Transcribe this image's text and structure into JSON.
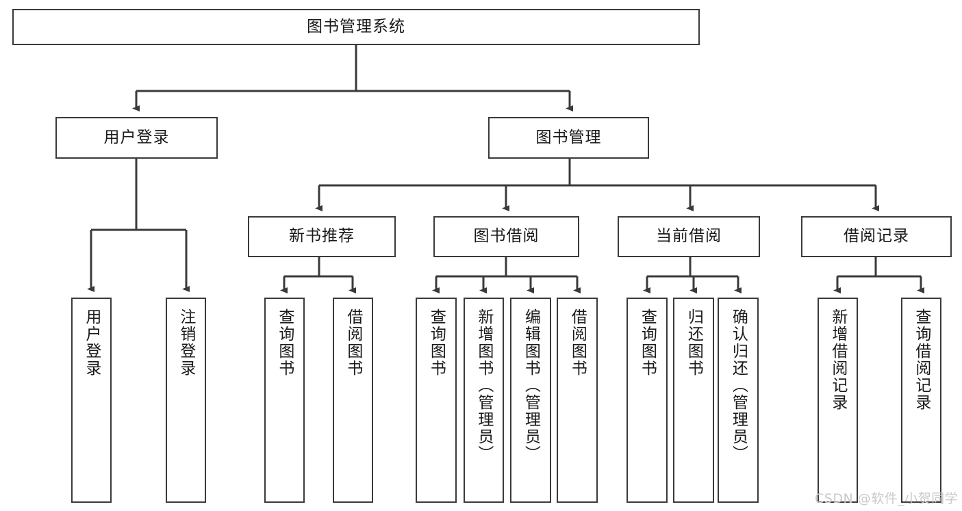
{
  "diagram": {
    "title": "图书管理系统",
    "background_color": "#ffffff",
    "stroke_color": "#3a3a3a",
    "text_color": "#1a1a1a",
    "watermark": "CSDN @软件_小贺同学",
    "watermark_color": "#c9c9c9",
    "root": {
      "label": "图书管理系统",
      "orientation": "horizontal"
    },
    "level2": [
      {
        "label": "用户登录",
        "orientation": "horizontal"
      },
      {
        "label": "图书管理",
        "orientation": "horizontal"
      }
    ],
    "level3": [
      {
        "label": "新书推荐",
        "orientation": "horizontal"
      },
      {
        "label": "图书借阅",
        "orientation": "horizontal"
      },
      {
        "label": "当前借阅",
        "orientation": "horizontal"
      },
      {
        "label": "借阅记录",
        "orientation": "horizontal"
      }
    ],
    "leaves_user_login": [
      {
        "label": "用户登录",
        "orientation": "vertical"
      },
      {
        "label": "注销登录",
        "orientation": "vertical"
      }
    ],
    "leaves_new_book": [
      {
        "label": "查询图书",
        "orientation": "vertical"
      },
      {
        "label": "借阅图书",
        "orientation": "vertical"
      }
    ],
    "leaves_borrow_book": [
      {
        "label": "查询图书",
        "orientation": "vertical"
      },
      {
        "label": "新增图书（管理员）",
        "orientation": "vertical"
      },
      {
        "label": "编辑图书（管理员）",
        "orientation": "vertical"
      },
      {
        "label": "借阅图书",
        "orientation": "vertical"
      }
    ],
    "leaves_current_borrow": [
      {
        "label": "查询图书",
        "orientation": "vertical"
      },
      {
        "label": "归还图书",
        "orientation": "vertical"
      },
      {
        "label": "确认归还（管理员）",
        "orientation": "vertical"
      }
    ],
    "leaves_borrow_record": [
      {
        "label": "新增借阅记录",
        "orientation": "vertical"
      },
      {
        "label": "查询借阅记录",
        "orientation": "vertical"
      }
    ]
  }
}
